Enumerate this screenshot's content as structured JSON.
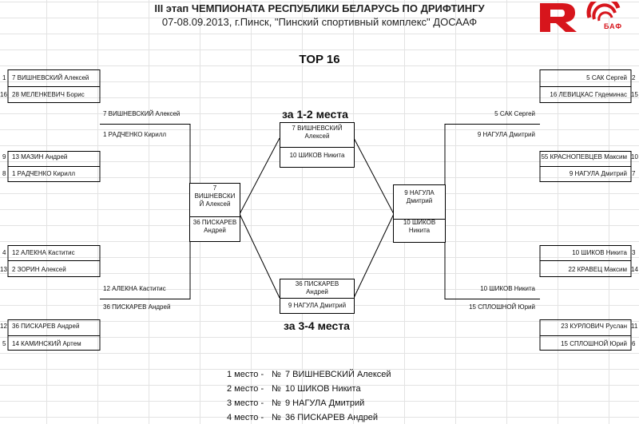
{
  "header": {
    "title": "III этап ЧЕМПИОНАТА РЕСПУБЛИКИ БЕЛАРУСЬ ПО ДРИФТИНГУ",
    "subtitle": "07-08.09.2013, г.Пинск, \"Пинский спортивный комплекс\" ДОСААФ",
    "logo_text": "БАФ"
  },
  "bracket_title": "TOP 16",
  "labels": {
    "final": "за 1-2 места",
    "bronze": "за 3-4 места"
  },
  "left_r1": [
    {
      "seed": "1",
      "name": "7 ВИШНЕВСКИЙ Алексей"
    },
    {
      "seed": "16",
      "name": "28 МЕЛЕНКЕВИЧ Борис"
    },
    {
      "seed": "9",
      "name": "13 МАЗИН Андрей"
    },
    {
      "seed": "8",
      "name": "1 РАДЧЕНКО Кирилл"
    },
    {
      "seed": "4",
      "name": "12 АЛЕКНА Каститис"
    },
    {
      "seed": "13",
      "name": "2 ЗОРИН Алексей"
    },
    {
      "seed": "12",
      "name": "36 ПИСКАРЕВ Андрей"
    },
    {
      "seed": "5",
      "name": "14 КАМИНСКИЙ Артем"
    }
  ],
  "left_r2": [
    "7 ВИШНЕВСКИЙ Алексей",
    "1 РАДЧЕНКО Кирилл",
    "12 АЛЕКНА Каститис",
    "36 ПИСКАРЕВ Андрей"
  ],
  "left_semi": {
    "a1": "7",
    "a2": "ВИШНЕВСКИ",
    "a3": "Й Алексей",
    "b1": "36 ПИСКАРЕВ",
    "b2": "Андрей"
  },
  "right_r1": [
    {
      "seed": "2",
      "name": "5 САК Сергей"
    },
    {
      "seed": "15",
      "name": "16 ЛЕВИЦКАС Гядеминас"
    },
    {
      "seed": "10",
      "name": "55 КРАСНОПЕВЦЕВ Максим"
    },
    {
      "seed": "7",
      "name": "9 НАГУЛА Дмитрий"
    },
    {
      "seed": "3",
      "name": "10 ШИКОВ Никита"
    },
    {
      "seed": "14",
      "name": "22 КРАВЕЦ Максим"
    },
    {
      "seed": "11",
      "name": "23 КУРЛОВИЧ Руслан"
    },
    {
      "seed": "6",
      "name": "15 СПЛОШНОЙ Юрий"
    }
  ],
  "right_r2": [
    "5 САК Сергей",
    "9 НАГУЛА Дмитрий",
    "10 ШИКОВ Никита",
    "15 СПЛОШНОЙ Юрий"
  ],
  "right_semi": {
    "a1": "9 НАГУЛА",
    "a2": "Дмитрий",
    "b1": "10 ШИКОВ",
    "b2": "Никита"
  },
  "final_match": {
    "a1": "7 ВИШНЕВСКИЙ",
    "a2": "Алексей",
    "b": "10 ШИКОВ Никита"
  },
  "bronze_match": {
    "a1": "36 ПИСКАРЕВ",
    "a2": "Андрей",
    "b": "9 НАГУЛА Дмитрий"
  },
  "results": [
    {
      "place": "1 место -",
      "num": "№",
      "name": "7 ВИШНЕВСКИЙ Алексей"
    },
    {
      "place": "2 место -",
      "num": "№",
      "name": "10 ШИКОВ Никита"
    },
    {
      "place": "3 место -",
      "num": "№",
      "name": "9 НАГУЛА Дмитрий"
    },
    {
      "place": "4 место -",
      "num": "№",
      "name": "36 ПИСКАРЕВ Андрей"
    }
  ]
}
